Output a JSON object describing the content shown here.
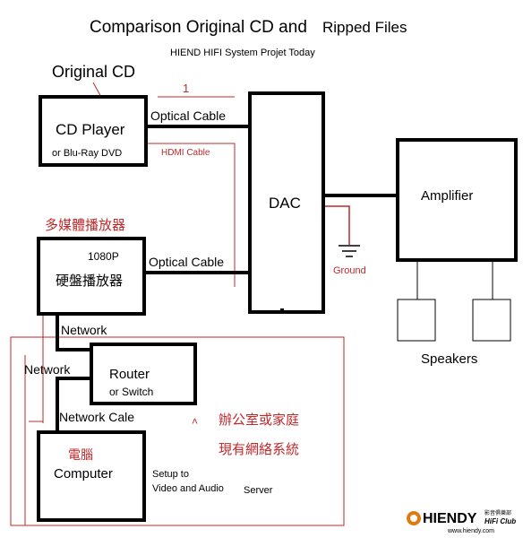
{
  "diagram": {
    "title": "Comparison Original CD and",
    "title_suffix": "Ripped Files",
    "subtitle": "HIEND HIFI System Projet Today",
    "nodes": {
      "cd_player": {
        "heading": "Original CD",
        "label": "CD Player",
        "sublabel": "or Blu-Ray DVD"
      },
      "media_player": {
        "heading": "多媒體播放器",
        "label_top": "1080P",
        "label": "硬盤播放器"
      },
      "dac": {
        "label": "DAC"
      },
      "amplifier": {
        "label": "Amplifier"
      },
      "speakers": {
        "label": "Speakers"
      },
      "router": {
        "label": "Router",
        "sublabel": "or Switch"
      },
      "computer": {
        "heading": "電腦",
        "label": "Computer",
        "note_line1": "Setup to",
        "note_line2": "Video and Audio",
        "note_line3": "Server"
      }
    },
    "connections": {
      "optical_cable_1": "Optical Cable",
      "optical_cable_2": "Optical Cable",
      "hdmi_cable": "HDMI Cable",
      "marker": "1",
      "ground": "Ground",
      "network_1": "Network",
      "network_2": "Network",
      "network_cable": "Network Cale"
    },
    "office_note": {
      "line1": "辦公室或家庭",
      "line2": "現有網絡系統"
    },
    "logo": {
      "brand": "HIENDY",
      "chinese": "影音俱樂部",
      "sub": "HiFi Club",
      "url": "www.hiendy.com"
    },
    "colors": {
      "ink": "#000000",
      "red": "#c0282a"
    }
  }
}
